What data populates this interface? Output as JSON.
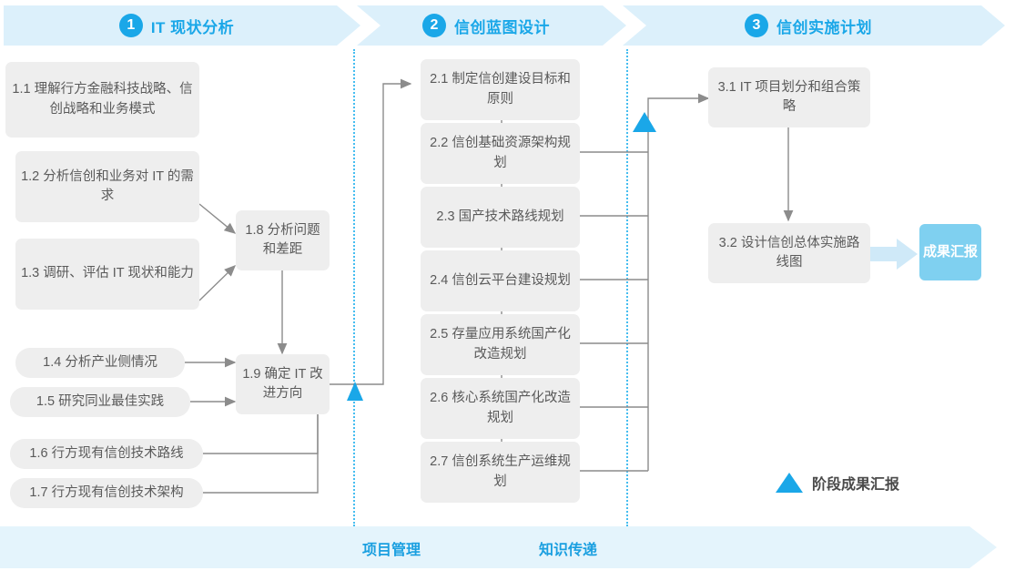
{
  "phases": [
    {
      "num": "1",
      "label": "IT 现状分析"
    },
    {
      "num": "2",
      "label": "信创蓝图设计"
    },
    {
      "num": "3",
      "label": "信创实施计划"
    }
  ],
  "phase1_tasks": [
    {
      "id": "1.1",
      "text": "1.1 理解行方金融科技战略、信创战略和业务模式"
    },
    {
      "id": "1.2",
      "text": "1.2 分析信创和业务对 IT 的需求"
    },
    {
      "id": "1.3",
      "text": "1.3 调研、评估 IT 现状和能力"
    },
    {
      "id": "1.4",
      "text": "1.4 分析产业侧情况"
    },
    {
      "id": "1.5",
      "text": "1.5 研究同业最佳实践"
    },
    {
      "id": "1.6",
      "text": "1.6 行方现有信创技术路线"
    },
    {
      "id": "1.7",
      "text": "1.7 行方现有信创技术架构"
    },
    {
      "id": "1.8",
      "text": "1.8 分析问题和差距"
    },
    {
      "id": "1.9",
      "text": "1.9 确定 IT 改进方向"
    }
  ],
  "phase2_tasks": [
    {
      "id": "2.1",
      "text": "2.1 制定信创建设目标和原则"
    },
    {
      "id": "2.2",
      "text": "2.2 信创基础资源架构规划"
    },
    {
      "id": "2.3",
      "text": "2.3 国产技术路线规划"
    },
    {
      "id": "2.4",
      "text": "2.4 信创云平台建设规划"
    },
    {
      "id": "2.5",
      "text": "2.5 存量应用系统国产化改造规划"
    },
    {
      "id": "2.6",
      "text": "2.6 核心系统国产化改造规划"
    },
    {
      "id": "2.7",
      "text": "2.7 信创系统生产运维规划"
    }
  ],
  "phase3_tasks": [
    {
      "id": "3.1",
      "text": "3.1 IT 项目划分和组合策略"
    },
    {
      "id": "3.2",
      "text": "3.2 设计信创总体实施路线图"
    }
  ],
  "result": {
    "text": "成果汇报"
  },
  "legend": {
    "text": "阶段成果汇报"
  },
  "bottom": {
    "left_label": "项目管理",
    "right_label": "知识传递"
  },
  "colors": {
    "accent": "#1aa7e8",
    "band": "#dcf0fb",
    "bottom_band": "#e4f4fc",
    "box": "#eeeeee",
    "box_text": "#5a5a5a",
    "result_box": "#7fd0f0",
    "divider": "#45bdf0",
    "wire": "#8c8c8c"
  }
}
